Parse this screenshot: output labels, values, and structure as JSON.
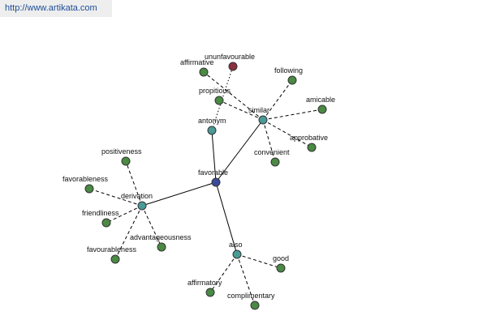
{
  "header": {
    "url": "http://www.artikata.com"
  },
  "graph": {
    "colors": {
      "center": "#3a4a9a",
      "hub": "#4a9a96",
      "leaf": "#4a8a44",
      "antonym": "#8a3040"
    },
    "nodes": [
      {
        "id": "favorable",
        "label": "favorable",
        "kind": "center"
      },
      {
        "id": "antonym",
        "label": "antonym",
        "kind": "hub"
      },
      {
        "id": "similar",
        "label": "similar",
        "kind": "hub"
      },
      {
        "id": "derivation",
        "label": "derivation",
        "kind": "hub"
      },
      {
        "id": "also",
        "label": "also",
        "kind": "hub"
      },
      {
        "id": "ununfavourable",
        "label": "ununfavourable",
        "kind": "antonym"
      },
      {
        "id": "affirmative",
        "label": "affirmative",
        "kind": "leaf"
      },
      {
        "id": "propitious",
        "label": "propitious",
        "kind": "leaf"
      },
      {
        "id": "following",
        "label": "following",
        "kind": "leaf"
      },
      {
        "id": "amicable",
        "label": "amicable",
        "kind": "leaf"
      },
      {
        "id": "approbative",
        "label": "approbative",
        "kind": "leaf"
      },
      {
        "id": "convenient",
        "label": "convenient",
        "kind": "leaf"
      },
      {
        "id": "positiveness",
        "label": "positiveness",
        "kind": "leaf"
      },
      {
        "id": "favorableness",
        "label": "favorableness",
        "kind": "leaf"
      },
      {
        "id": "friendliness",
        "label": "friendliness",
        "kind": "leaf"
      },
      {
        "id": "advantageousness",
        "label": "advantageousness",
        "kind": "leaf"
      },
      {
        "id": "favourableness",
        "label": "favourableness",
        "kind": "leaf"
      },
      {
        "id": "good",
        "label": "good",
        "kind": "leaf"
      },
      {
        "id": "affirmatory",
        "label": "affirmatory",
        "kind": "leaf"
      },
      {
        "id": "complimentary",
        "label": "complimentary",
        "kind": "leaf"
      }
    ],
    "edges": [
      {
        "from": "favorable",
        "to": "antonym",
        "style": "solid"
      },
      {
        "from": "favorable",
        "to": "similar",
        "style": "solid"
      },
      {
        "from": "favorable",
        "to": "derivation",
        "style": "solid"
      },
      {
        "from": "favorable",
        "to": "also",
        "style": "solid"
      },
      {
        "from": "antonym",
        "to": "ununfavourable",
        "style": "dotted"
      },
      {
        "from": "similar",
        "to": "affirmative",
        "style": "dashed"
      },
      {
        "from": "similar",
        "to": "propitious",
        "style": "dashed"
      },
      {
        "from": "similar",
        "to": "following",
        "style": "dashed"
      },
      {
        "from": "similar",
        "to": "amicable",
        "style": "dashed"
      },
      {
        "from": "similar",
        "to": "approbative",
        "style": "dashed"
      },
      {
        "from": "similar",
        "to": "convenient",
        "style": "dashed"
      },
      {
        "from": "derivation",
        "to": "positiveness",
        "style": "dashed"
      },
      {
        "from": "derivation",
        "to": "favorableness",
        "style": "dashed"
      },
      {
        "from": "derivation",
        "to": "friendliness",
        "style": "dashed"
      },
      {
        "from": "derivation",
        "to": "advantageousness",
        "style": "dashed"
      },
      {
        "from": "derivation",
        "to": "favourableness",
        "style": "dashed"
      },
      {
        "from": "also",
        "to": "good",
        "style": "dashed"
      },
      {
        "from": "also",
        "to": "affirmatory",
        "style": "dashed"
      },
      {
        "from": "also",
        "to": "complimentary",
        "style": "dashed"
      }
    ]
  }
}
